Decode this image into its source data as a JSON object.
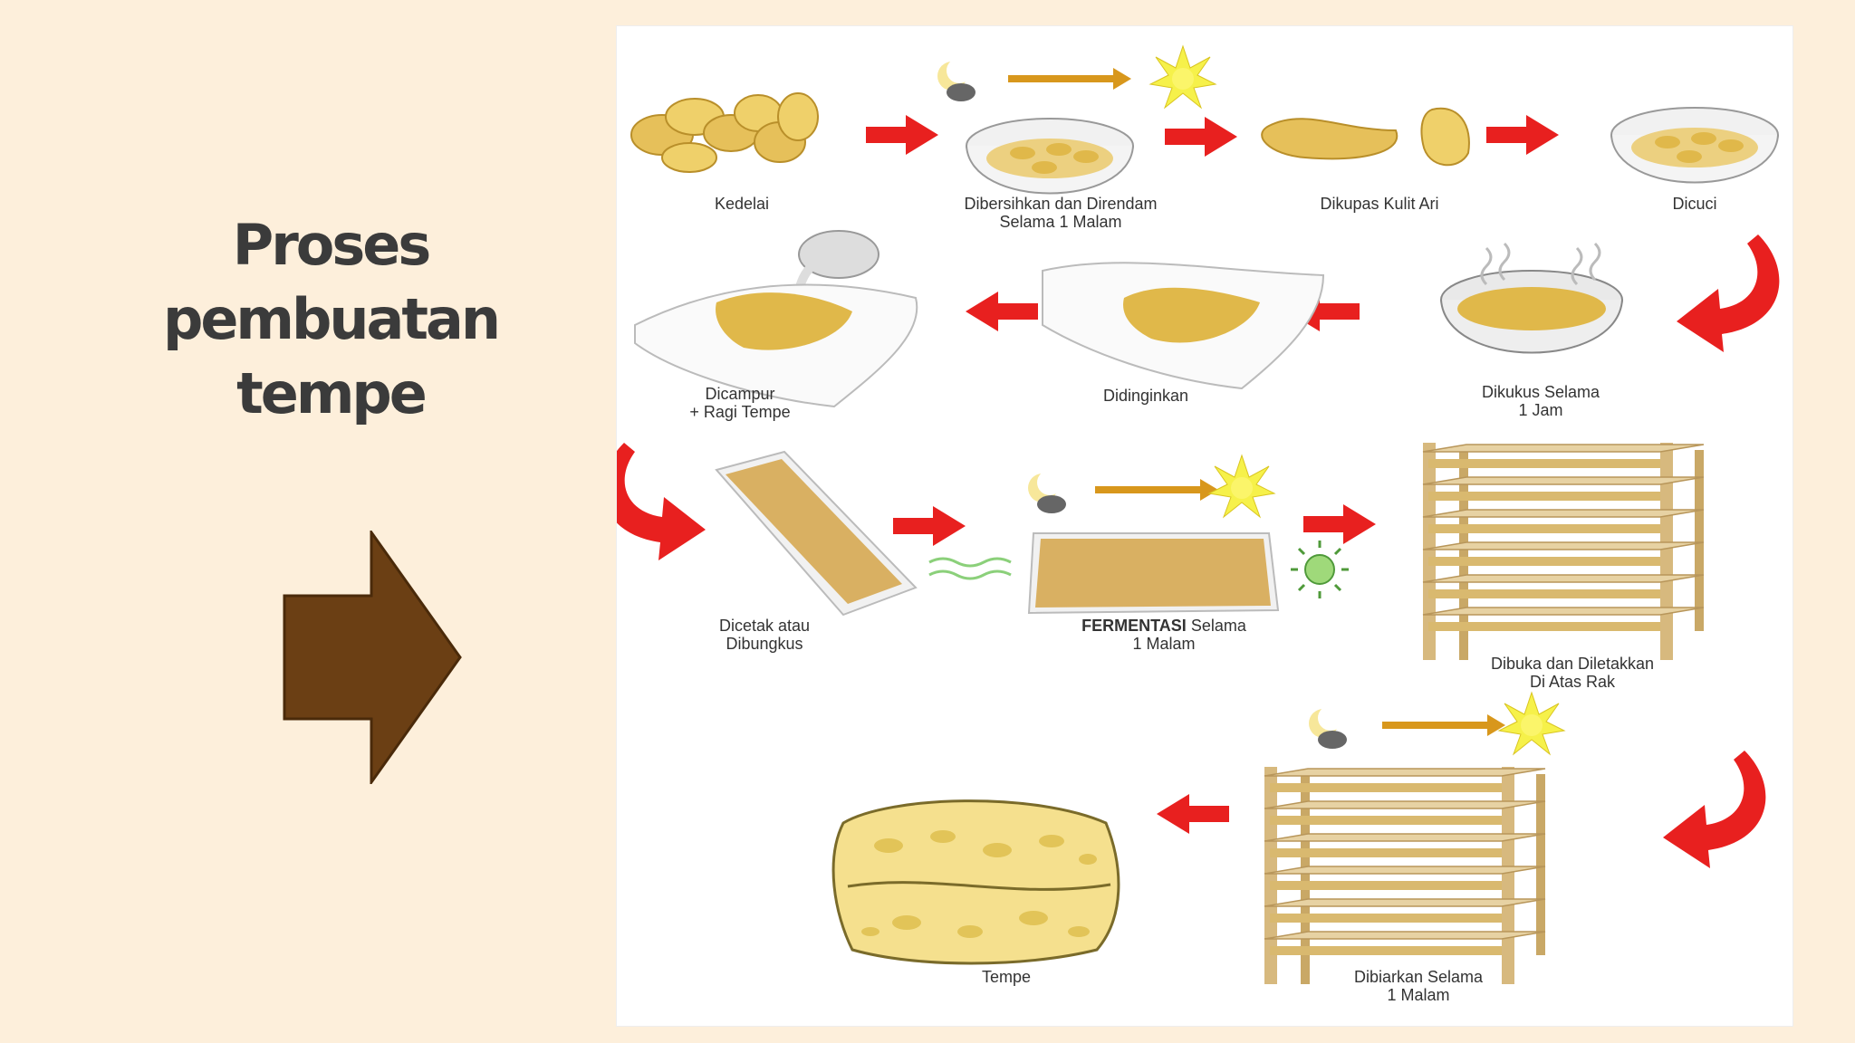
{
  "slide": {
    "title_lines": [
      "Proses",
      "pembuatan",
      "tempe"
    ]
  },
  "diagram": {
    "steps": [
      {
        "id": "kedelai",
        "line1": "Kedelai",
        "line2": ""
      },
      {
        "id": "rendam",
        "line1": "Dibersihkan dan Direndam",
        "line2": "Selama 1 Malam"
      },
      {
        "id": "kupas",
        "line1": "Dikupas Kulit Ari",
        "line2": ""
      },
      {
        "id": "cuci",
        "line1": "Dicuci",
        "line2": ""
      },
      {
        "id": "kukus",
        "line1": "Dikukus Selama",
        "line2": "1 Jam"
      },
      {
        "id": "dingin",
        "line1": "Didinginkan",
        "line2": ""
      },
      {
        "id": "campur",
        "line1": "Dicampur",
        "line2": "+ Ragi Tempe"
      },
      {
        "id": "cetak",
        "line1": "Dicetak atau",
        "line2": "Dibungkus"
      },
      {
        "id": "fermentasi",
        "line1_bold": "FERMENTASI",
        "line1": " Selama",
        "line2": "1 Malam"
      },
      {
        "id": "rak1",
        "line1": "Dibuka dan Diletakkan",
        "line2": "Di Atas Rak"
      },
      {
        "id": "rak2",
        "line1": "Dibiarkan Selama",
        "line2": "1 Malam"
      },
      {
        "id": "tempe",
        "line1": "Tempe",
        "line2": ""
      }
    ]
  },
  "colors": {
    "background": "#fdefdb",
    "title": "#3b3b3b",
    "big_arrow": "#6b3f14",
    "process_arrow": "#e8201f",
    "soy": "#e6c05a",
    "rack_wood": "#dcbf86"
  }
}
